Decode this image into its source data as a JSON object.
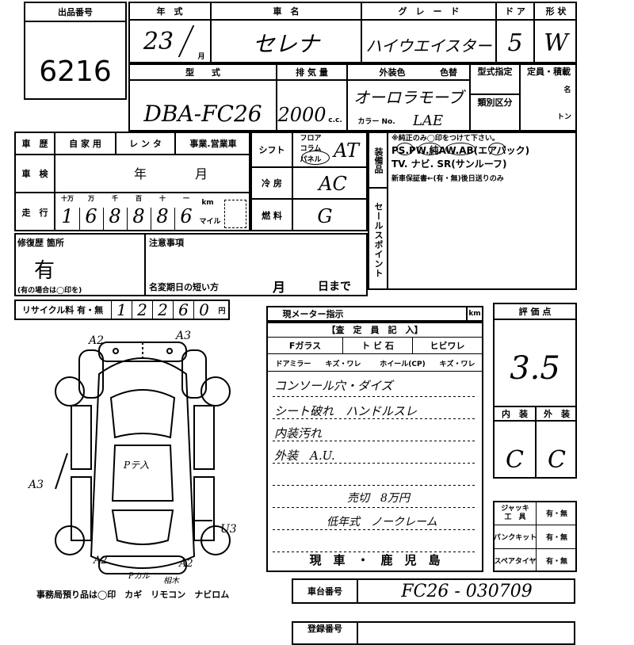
{
  "lot": {
    "label": "出品番号",
    "value": "6216"
  },
  "header": {
    "year_label": "年　式",
    "name_label": "車　名",
    "grade_label": "グ　レ　ー　ド",
    "door_label": "ド ア",
    "shape_label": "形 状",
    "year_value": "23",
    "year_unit": "月",
    "name_value": "セレナ",
    "grade_value": "ハイウエイスター",
    "door_value": "5",
    "shape_value": "W"
  },
  "model": {
    "type_label": "型　　式",
    "disp_label": "排 気 量",
    "ext_color_label": "外装色",
    "repaint_label": "色替",
    "cat_spec_label": "型式指定",
    "class_label": "類別区分",
    "capacity_label": "定員・積載",
    "unit_persons": "名",
    "unit_tons": "トン",
    "type_value": "DBA-FC26",
    "disp_value": "2000",
    "cc_label": "c.c.",
    "color_value": "オーロラモーブ",
    "color_no_label": "カラー No.",
    "color_no_value": "LAE"
  },
  "history": {
    "label": "車　歴",
    "options": [
      "自 家 用",
      "レ ン タ",
      "事業.営業車"
    ],
    "inspection_label": "車　検",
    "year_unit": "年",
    "month_unit": "月",
    "mileage_label": "走　行",
    "digit_labels": [
      "十万",
      "万",
      "千",
      "百",
      "十",
      "一"
    ],
    "digits": [
      "1",
      "6",
      "8",
      "8",
      "8",
      "6"
    ],
    "km_label": "km",
    "mile_label": "マイル"
  },
  "specs": {
    "shift_label": "シフト",
    "shift_options": [
      "フロア",
      "コラム",
      "パネル"
    ],
    "shift_value": "AT",
    "ac_label": "冷 房",
    "ac_value": "AC",
    "fuel_label": "燃 料",
    "fuel_value": "G"
  },
  "equipment": {
    "label": "装備品",
    "note": "※純正のみ◯印をつけて下さい。",
    "line1": "PS.PW.純AW.AB(エアバック)",
    "line2": "TV. ナビ. SR(サンルーフ)",
    "line3": "新車保証書←(有・無)後日送りのみ"
  },
  "sale_point_label": "セールスポイント",
  "repair": {
    "label": "修復歴 箇所",
    "value": "有",
    "note": "(有の場合は◯印を)"
  },
  "caution": {
    "label": "注意事項",
    "deadline_label": "名変期日の短い方",
    "month": "月",
    "day": "日まで"
  },
  "recycle": {
    "label": "リサイクル料 有・無",
    "digits": [
      "1",
      "2",
      "2",
      "6",
      "0"
    ],
    "yen": "円"
  },
  "meter": {
    "label": "現メーター指示",
    "unit": "km"
  },
  "inspector": {
    "title": "【査　定　員　記　入】",
    "row1": [
      "Fガラス",
      "ト ビ 石",
      "ヒビワレ"
    ],
    "row2": [
      "ドアミラー",
      "キズ・ワレ",
      "ホイール(CP)",
      "キズ・ワレ"
    ],
    "notes": [
      "コンソール穴・ダイズ",
      "シート破れ　ハンドルスレ",
      "内装汚れ",
      "外装　A.U.",
      "売切　8万円",
      "低年式　ノークレーム"
    ],
    "location": "現　車　・　鹿　児　島"
  },
  "score": {
    "label": "評 価 点",
    "value": "3.5",
    "interior_label": "内　装",
    "exterior_label": "外　装",
    "interior_value": "C",
    "exterior_value": "C"
  },
  "tools": [
    {
      "label": "ジャッキ\n工　具",
      "value": "有・無"
    },
    {
      "label": "パンクキット",
      "value": "有・無"
    },
    {
      "label": "スペアタイヤ",
      "value": "有・無"
    }
  ],
  "diagram": {
    "marks": [
      "A2",
      "A3",
      "A3",
      "U3",
      "A2",
      "A2",
      "Pテ入"
    ],
    "bottom_labels": [
      "Pカル",
      "相木"
    ]
  },
  "office_note": "事務局預り品は◯印　カギ　リモコン　ナビロム",
  "chassis": {
    "label": "車台番号",
    "value": "FC26 - 030709"
  },
  "registration": {
    "label": "登録番号"
  }
}
